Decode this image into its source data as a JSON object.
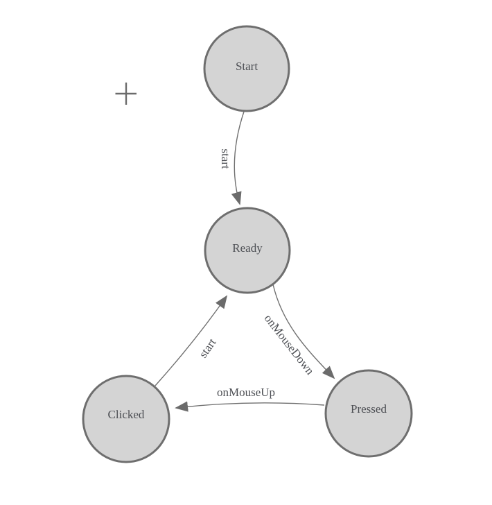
{
  "colors": {
    "background": "#ffffff",
    "node_fill": "#d4d4d4",
    "node_stroke": "#6e6e6e",
    "edge_stroke": "#707070",
    "arrow_fill": "#6b6b6b",
    "node_text": "#4d4f54",
    "edge_text": "#4d4f54",
    "crosshair": "#6b6b6b"
  },
  "icons": {
    "crosshair": "plus-crosshair-icon"
  },
  "diagram": {
    "nodes": [
      {
        "label": "Start"
      },
      {
        "label": "Ready"
      },
      {
        "label": "Clicked"
      },
      {
        "label": "Pressed"
      }
    ],
    "edges": [
      {
        "from": "Start",
        "to": "Ready",
        "label": "start"
      },
      {
        "from": "Ready",
        "to": "Pressed",
        "label": "onMouseDown"
      },
      {
        "from": "Pressed",
        "to": "Clicked",
        "label": "onMouseUp"
      },
      {
        "from": "Clicked",
        "to": "Ready",
        "label": "start"
      }
    ]
  }
}
